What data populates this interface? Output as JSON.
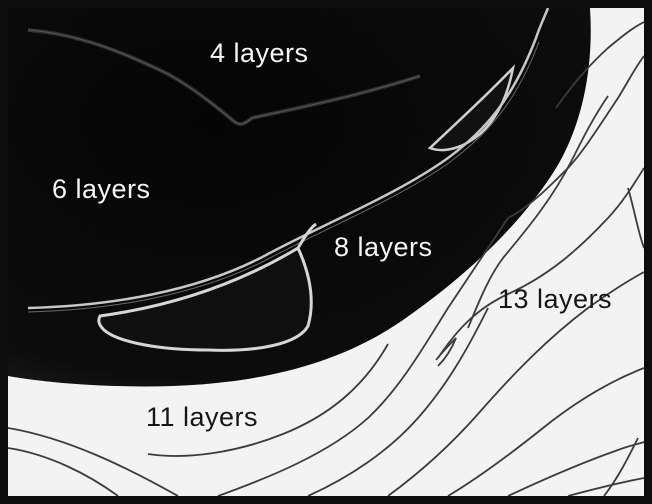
{
  "image": {
    "kind": "grayscale microscopy micrograph",
    "colors": {
      "frame": "#0d0d0d",
      "dark_region": "#0a0a0a",
      "light_region": "#f3f3f3",
      "contour_line": "#3a3a3a",
      "contour_highlight": "#bdbdbd"
    }
  },
  "labels": {
    "four": "4  layers",
    "six": "6  layers",
    "eight": "8  layers",
    "eleven": "11  layers",
    "thirteen": "13  layers"
  }
}
